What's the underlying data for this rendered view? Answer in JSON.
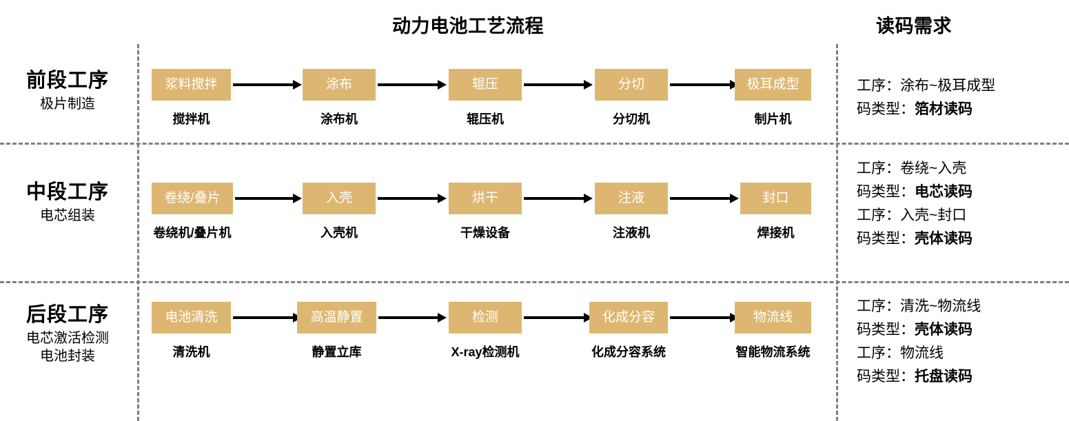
{
  "titles": {
    "process": "动力电池工艺流程",
    "demand": "读码需求"
  },
  "colors": {
    "node_fill": "#DDB771",
    "node_text": "#FFFFFF",
    "divider": "#808080",
    "arrow": "#000000",
    "text": "#000000"
  },
  "stages": [
    {
      "title": "前段工序",
      "subtitle": "极片制造",
      "subtitle2": "",
      "nodes": [
        {
          "label": "浆料搅拌",
          "caption": "搅拌机"
        },
        {
          "label": "涂布",
          "caption": "涂布机"
        },
        {
          "label": "辊压",
          "caption": "辊压机"
        },
        {
          "label": "分切",
          "caption": "分切机"
        },
        {
          "label": "极耳成型",
          "caption": "制片机"
        }
      ],
      "demands": [
        {
          "label": "工序：",
          "value": "涂布~极耳成型",
          "bold": false
        },
        {
          "label": "码类型：",
          "value": "箔材读码",
          "bold": true
        }
      ]
    },
    {
      "title": "中段工序",
      "subtitle": "电芯组装",
      "subtitle2": "",
      "nodes": [
        {
          "label": "卷绕/叠片",
          "caption": "卷绕机/叠片机"
        },
        {
          "label": "入壳",
          "caption": "入壳机"
        },
        {
          "label": "烘干",
          "caption": "干燥设备"
        },
        {
          "label": "注液",
          "caption": "注液机"
        },
        {
          "label": "封口",
          "caption": "焊接机"
        }
      ],
      "demands": [
        {
          "label": "工序：",
          "value": "卷绕~入壳",
          "bold": false
        },
        {
          "label": "码类型：",
          "value": "电芯读码",
          "bold": true
        },
        {
          "label": "工序：",
          "value": "入壳~封口",
          "bold": false
        },
        {
          "label": "码类型：",
          "value": "壳体读码",
          "bold": true
        }
      ]
    },
    {
      "title": "后段工序",
      "subtitle": "电芯激活检测",
      "subtitle2": "电池封装",
      "nodes": [
        {
          "label": "电池清洗",
          "caption": "清洗机"
        },
        {
          "label": "高温静置",
          "caption": "静置立库"
        },
        {
          "label": "检测",
          "caption": "X-ray检测机"
        },
        {
          "label": "化成分容",
          "caption": "化成分容系统"
        },
        {
          "label": "物流线",
          "caption": "智能物流系统"
        }
      ],
      "demands": [
        {
          "label": "工序：",
          "value": "清洗~物流线",
          "bold": false
        },
        {
          "label": "码类型：",
          "value": "壳体读码",
          "bold": true
        },
        {
          "label": "工序：",
          "value": "物流线",
          "bold": false
        },
        {
          "label": "码类型：",
          "value": "托盘读码",
          "bold": true
        }
      ]
    }
  ]
}
